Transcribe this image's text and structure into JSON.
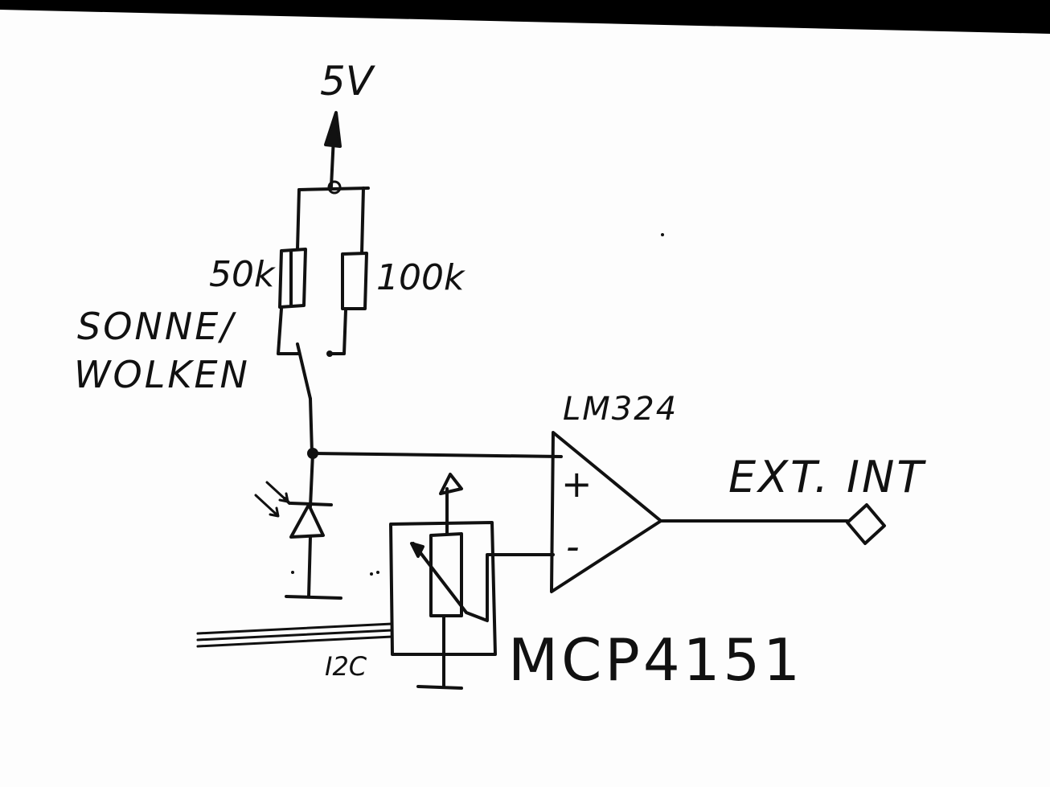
{
  "labels": {
    "supply": "5V",
    "resistor_left": "50k",
    "resistor_right": "100k",
    "switch_line1": "SONNE/",
    "switch_line2": "WOLKEN",
    "opamp": "LM324",
    "opamp_plus": "+",
    "opamp_minus": "-",
    "output": "EXT. INT",
    "bus": "I2C",
    "potentiometer": "MCP4151"
  },
  "colors": {
    "ink": "#111111",
    "paper": "#fdfdfd",
    "top_border": "#000000"
  }
}
